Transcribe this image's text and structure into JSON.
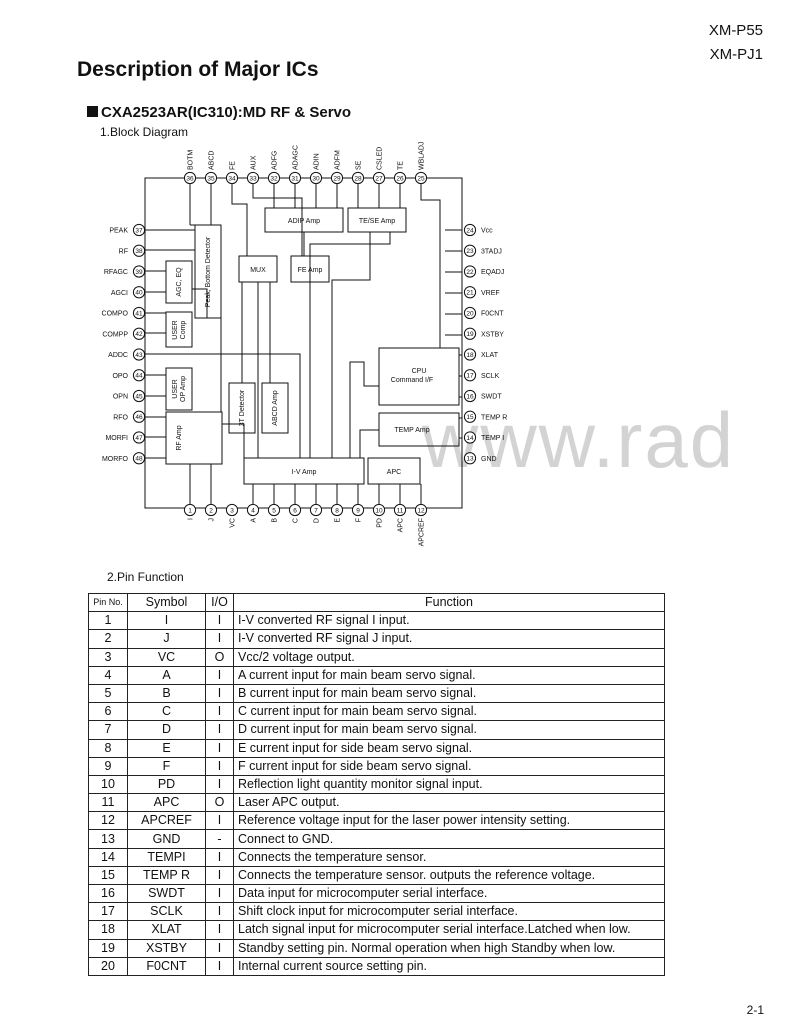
{
  "header": {
    "models": [
      "XM-P55",
      "XM-PJ1"
    ]
  },
  "title": "Description of Major ICs",
  "section_title": "CXA2523AR(IC310):MD RF & Servo",
  "block_diagram": {
    "heading": "1.Block Diagram",
    "top_pins": [
      {
        "num": "36",
        "label": "BOTM"
      },
      {
        "num": "35",
        "label": "ABCD"
      },
      {
        "num": "34",
        "label": "FE"
      },
      {
        "num": "33",
        "label": "AUX"
      },
      {
        "num": "32",
        "label": "ADFG"
      },
      {
        "num": "31",
        "label": "ADAGC"
      },
      {
        "num": "30",
        "label": "ADIN"
      },
      {
        "num": "29",
        "label": "ADFM"
      },
      {
        "num": "28",
        "label": "SE"
      },
      {
        "num": "27",
        "label": "CSLED"
      },
      {
        "num": "26",
        "label": "TE"
      },
      {
        "num": "25",
        "label": "WBLADJ"
      }
    ],
    "left_pins": [
      {
        "num": "37",
        "label": "PEAK"
      },
      {
        "num": "38",
        "label": "RF"
      },
      {
        "num": "39",
        "label": "RFAGC"
      },
      {
        "num": "40",
        "label": "AGCI"
      },
      {
        "num": "41",
        "label": "COMPO"
      },
      {
        "num": "42",
        "label": "COMPP"
      },
      {
        "num": "43",
        "label": "ADDC"
      },
      {
        "num": "44",
        "label": "OPO"
      },
      {
        "num": "45",
        "label": "OPN"
      },
      {
        "num": "46",
        "label": "RFO"
      },
      {
        "num": "47",
        "label": "MORFI"
      },
      {
        "num": "48",
        "label": "MORFO"
      }
    ],
    "right_pins": [
      {
        "num": "24",
        "label": "Vcc"
      },
      {
        "num": "23",
        "label": "3TADJ"
      },
      {
        "num": "22",
        "label": "EQADJ"
      },
      {
        "num": "21",
        "label": "VREF"
      },
      {
        "num": "20",
        "label": "F0CNT"
      },
      {
        "num": "19",
        "label": "XSTBY"
      },
      {
        "num": "18",
        "label": "XLAT"
      },
      {
        "num": "17",
        "label": "SCLK"
      },
      {
        "num": "16",
        "label": "SWDT"
      },
      {
        "num": "15",
        "label": "TEMP R"
      },
      {
        "num": "14",
        "label": "TEMP I"
      },
      {
        "num": "13",
        "label": "GND"
      }
    ],
    "bottom_pins": [
      {
        "num": "1",
        "label": "I"
      },
      {
        "num": "2",
        "label": "J"
      },
      {
        "num": "3",
        "label": "VC"
      },
      {
        "num": "4",
        "label": "A"
      },
      {
        "num": "5",
        "label": "B"
      },
      {
        "num": "6",
        "label": "C"
      },
      {
        "num": "7",
        "label": "D"
      },
      {
        "num": "8",
        "label": "E"
      },
      {
        "num": "9",
        "label": "F"
      },
      {
        "num": "10",
        "label": "PD"
      },
      {
        "num": "11",
        "label": "APC"
      },
      {
        "num": "12",
        "label": "APCREF"
      }
    ],
    "blocks": {
      "adip_amp": "ADIP Amp",
      "te_se_amp": "TE/SE Amp",
      "mux": "MUX",
      "fe_amp": "FE Amp",
      "peak_bottom": "Peak, Bottom Detector",
      "agc_eq": "AGC, EQ",
      "user_comp_1": "USER",
      "user_comp_2": "Comp",
      "user_op_1": "USER",
      "user_op_2": "OP Amp",
      "cpu_1": "CPU",
      "cpu_2": "Command I/F",
      "detector_3t": "3T Detector",
      "abcd_amp": "ABCD Amp",
      "rf_amp": "RF Amp",
      "temp_amp": "TEMP Amp",
      "iv_amp": "I-V Amp",
      "apc": "APC"
    }
  },
  "watermark": "www.rad",
  "pin_function": {
    "heading": "2.Pin Function",
    "columns": [
      "Pin No.",
      "Symbol",
      "I/O",
      "Function"
    ],
    "rows": [
      [
        "1",
        "I",
        "I",
        "I-V converted RF signal I input."
      ],
      [
        "2",
        "J",
        "I",
        "I-V converted RF signal J input."
      ],
      [
        "3",
        "VC",
        "O",
        "Vcc/2 voltage output."
      ],
      [
        "4",
        "A",
        "I",
        "A current input for main beam servo signal."
      ],
      [
        "5",
        "B",
        "I",
        "B current input for main beam servo signal."
      ],
      [
        "6",
        "C",
        "I",
        "C current input for main beam servo signal."
      ],
      [
        "7",
        "D",
        "I",
        "D current input for main beam servo signal."
      ],
      [
        "8",
        "E",
        "I",
        "E current input for side beam servo signal."
      ],
      [
        "9",
        "F",
        "I",
        "F current input for side beam servo signal."
      ],
      [
        "10",
        "PD",
        "I",
        "Reflection light quantity monitor signal input."
      ],
      [
        "11",
        "APC",
        "O",
        "Laser APC output."
      ],
      [
        "12",
        "APCREF",
        "I",
        "Reference voltage input for the laser power intensity setting."
      ],
      [
        "13",
        "GND",
        "-",
        "Connect to GND."
      ],
      [
        "14",
        "TEMPI",
        "I",
        "Connects the temperature sensor."
      ],
      [
        "15",
        "TEMP R",
        "I",
        "Connects the temperature sensor. outputs the reference voltage."
      ],
      [
        "16",
        "SWDT",
        "I",
        "Data input for microcomputer serial interface."
      ],
      [
        "17",
        "SCLK",
        "I",
        "Shift clock input for microcomputer serial interface."
      ],
      [
        "18",
        "XLAT",
        "I",
        "Latch signal input for microcomputer serial interface.Latched when low."
      ],
      [
        "19",
        "XSTBY",
        "I",
        "Standby setting pin. Normal operation when high  Standby when low."
      ],
      [
        "20",
        "F0CNT",
        "I",
        "Internal current source setting pin."
      ]
    ]
  },
  "page_number": "2-1"
}
